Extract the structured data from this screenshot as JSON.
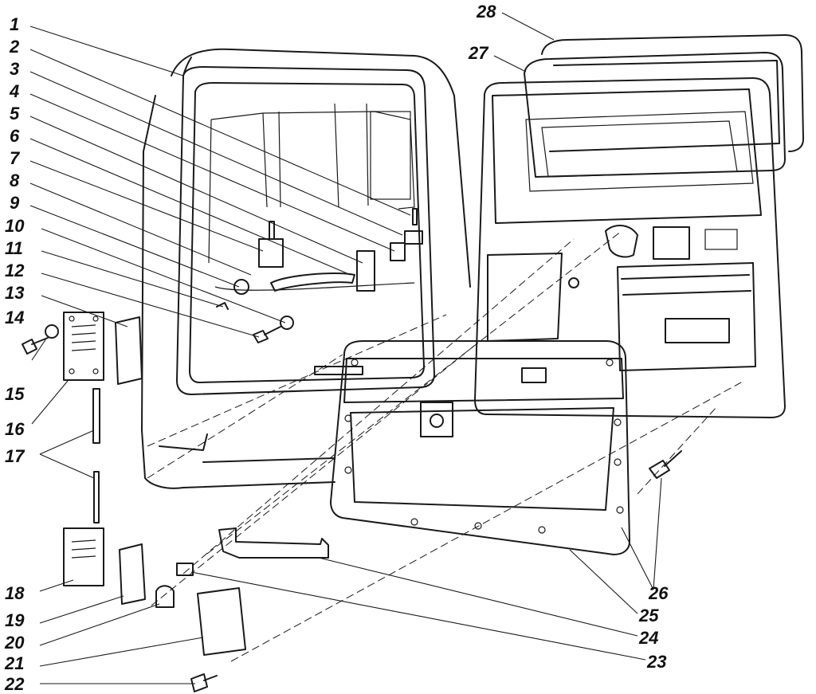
{
  "diagram": {
    "colors": {
      "ink": "#1a1a1a",
      "paper": "#ffffff",
      "glass": "#f3f3f3",
      "trim_fill": "#d9d9d9"
    },
    "callouts": [
      "1",
      "2",
      "3",
      "4",
      "5",
      "6",
      "7",
      "8",
      "9",
      "10",
      "11",
      "12",
      "13",
      "14",
      "15",
      "16",
      "17",
      "18",
      "19",
      "20",
      "21",
      "22",
      "23",
      "24",
      "25",
      "26",
      "27",
      "28"
    ]
  }
}
